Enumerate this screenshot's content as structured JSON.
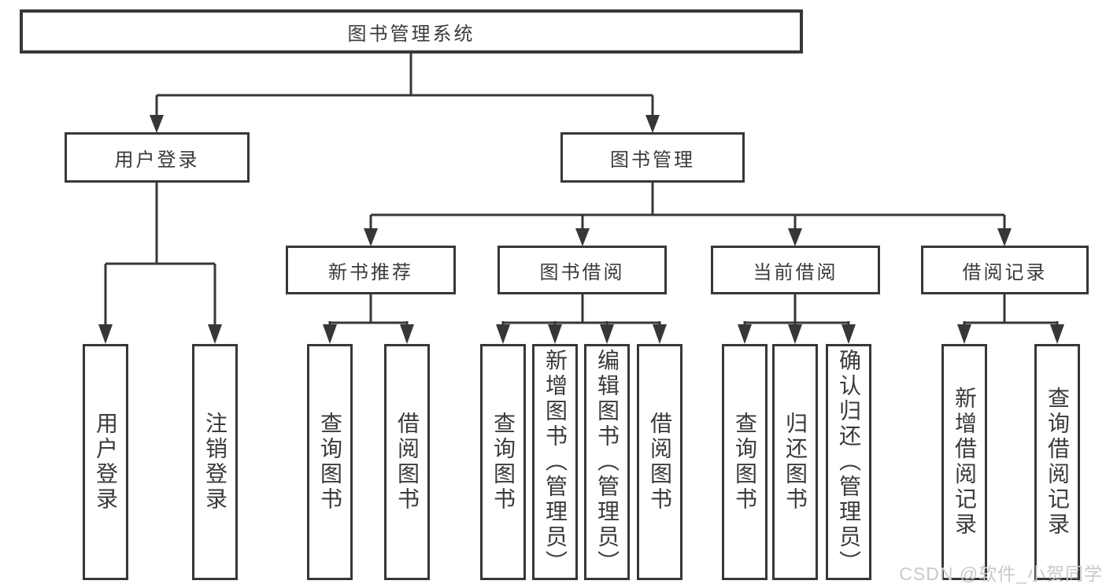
{
  "nodes": {
    "root": "图书管理系统",
    "level2": [
      "用户登录",
      "图书管理"
    ],
    "level3": [
      "新书推荐",
      "图书借阅",
      "当前借阅",
      "借阅记录"
    ],
    "leaves_user_login": [
      "用户登录",
      "注销登录"
    ],
    "leaves_new_books": [
      "查询图书",
      "借阅图书"
    ],
    "leaves_book_borrow": [
      "查询图书",
      "新增图书（管理员）",
      "编辑图书（管理员）",
      "借阅图书"
    ],
    "leaves_current_borrow": [
      "查询图书",
      "归还图书",
      "确认归还（管理员）"
    ],
    "leaves_borrow_records": [
      "新增借阅记录",
      "查询借阅记录"
    ]
  },
  "watermark": "CSDN @软件_小贺同学",
  "colors": {
    "line": "#373737",
    "text": "#3a3a3a",
    "background": "#ffffff",
    "watermark": "#c9c9c9"
  }
}
